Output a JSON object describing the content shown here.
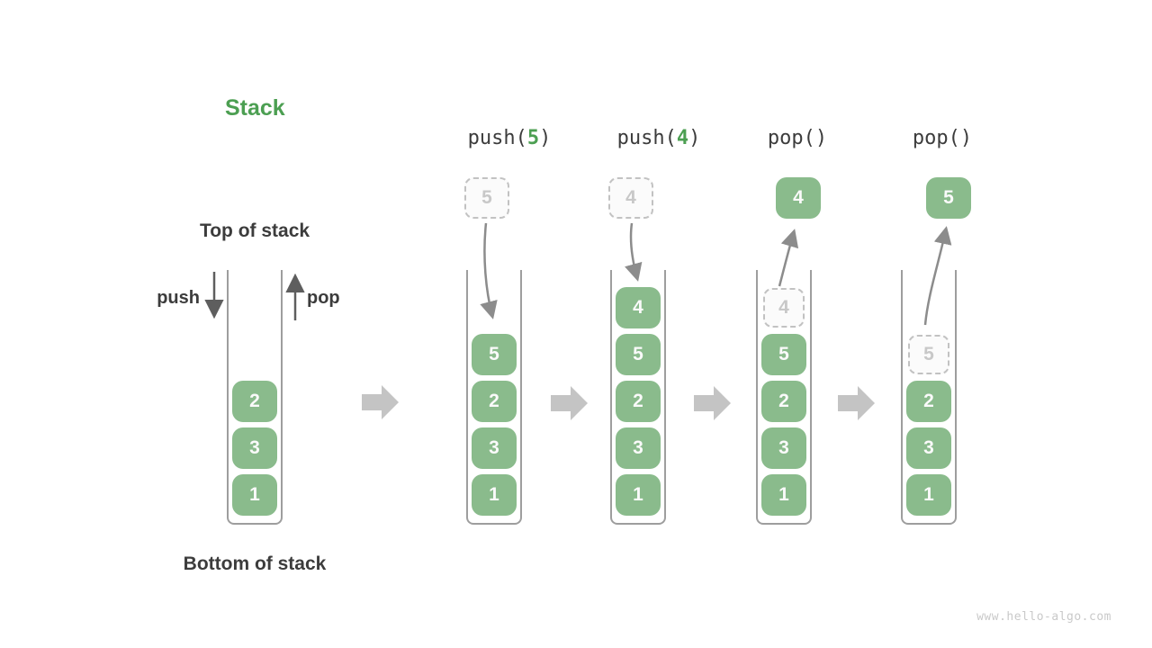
{
  "title": "Stack",
  "labels": {
    "top_of_stack": "Top of stack",
    "bottom_of_stack": "Bottom of stack",
    "push": "push",
    "pop": "pop"
  },
  "watermark": "www.hello-algo.com",
  "colors": {
    "title_green": "#4c9f52",
    "box_green": "#8abb8c",
    "box_text": "#fafafa",
    "ghost_border": "#c2c2c2",
    "ghost_text": "#c8c8c8",
    "container_border": "#9e9e9e",
    "code_text": "#3c3c3c",
    "thin_arrow": "#8c8c8c",
    "straight_arrow": "#5e5e5e",
    "block_arrow": "#c4c4c4"
  },
  "columns": [
    {
      "op": null,
      "float": null,
      "cells": [
        {
          "v": "2",
          "ghost": false
        },
        {
          "v": "3",
          "ghost": false
        },
        {
          "v": "1",
          "ghost": false
        }
      ]
    },
    {
      "op": {
        "pre": "push(",
        "arg": "5",
        "post": ")"
      },
      "float": {
        "v": "5",
        "ghost": true
      },
      "cells": [
        {
          "v": "5",
          "ghost": false
        },
        {
          "v": "2",
          "ghost": false
        },
        {
          "v": "3",
          "ghost": false
        },
        {
          "v": "1",
          "ghost": false
        }
      ]
    },
    {
      "op": {
        "pre": "push(",
        "arg": "4",
        "post": ")"
      },
      "float": {
        "v": "4",
        "ghost": true
      },
      "cells": [
        {
          "v": "4",
          "ghost": false
        },
        {
          "v": "5",
          "ghost": false
        },
        {
          "v": "2",
          "ghost": false
        },
        {
          "v": "3",
          "ghost": false
        },
        {
          "v": "1",
          "ghost": false
        }
      ]
    },
    {
      "op": {
        "pre": "pop(",
        "arg": "",
        "post": ")"
      },
      "float": {
        "v": "4",
        "ghost": false
      },
      "cells": [
        {
          "v": "4",
          "ghost": true
        },
        {
          "v": "5",
          "ghost": false
        },
        {
          "v": "2",
          "ghost": false
        },
        {
          "v": "3",
          "ghost": false
        },
        {
          "v": "1",
          "ghost": false
        }
      ]
    },
    {
      "op": {
        "pre": "pop(",
        "arg": "",
        "post": ")"
      },
      "float": {
        "v": "5",
        "ghost": false
      },
      "cells": [
        {
          "v": "5",
          "ghost": true
        },
        {
          "v": "2",
          "ghost": false
        },
        {
          "v": "3",
          "ghost": false
        },
        {
          "v": "1",
          "ghost": false
        }
      ]
    }
  ]
}
